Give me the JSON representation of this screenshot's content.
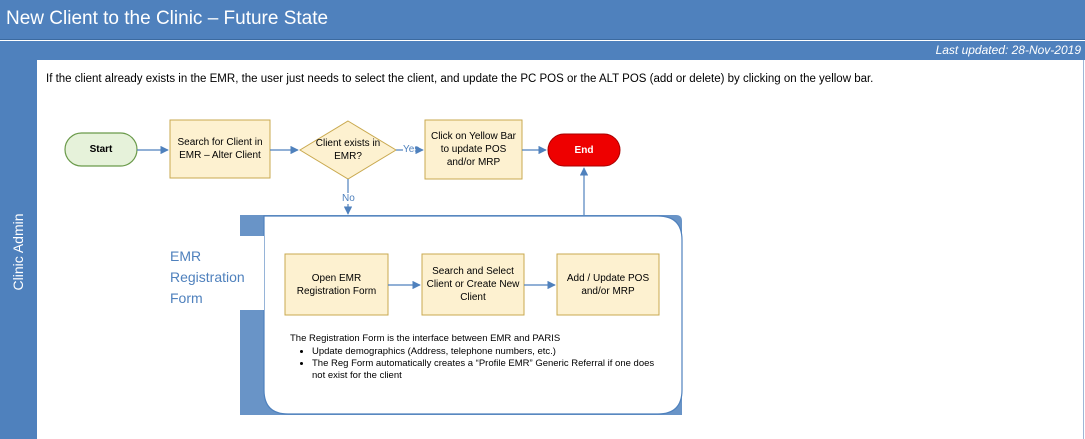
{
  "header": {
    "title": "New Client to the Clinic – Future State",
    "last_updated": "Last updated: 28-Nov-2019"
  },
  "lane": {
    "label": "Clinic Admin"
  },
  "intro_text": "If the client already exists in the EMR, the user just needs to select the client, and update the PC POS or the ALT POS (add or delete) by clicking on the yellow bar.",
  "flow": {
    "start": "Start",
    "search_client": "Search for Client in EMR – Alter Client",
    "decision": "Client exists in EMR?",
    "yes_label": "Yes",
    "no_label": "No",
    "click_yellow_bar": "Click on Yellow Bar to update POS and/or MRP",
    "end": "End"
  },
  "registration": {
    "title": "EMR Registration Form",
    "open_form": "Open EMR Registration Form",
    "search_select": "Search and Select Client or Create New Client",
    "add_update": "Add / Update POS and/or MRP",
    "note_intro": "The Registration Form is the interface between EMR and PARIS",
    "bullets": [
      "Update demographics (Address, telephone numbers, etc.)",
      "The Reg Form automatically creates a “Profile EMR” Generic Referral if one does not exist for the client"
    ]
  },
  "colors": {
    "header_blue": "#4f81bd",
    "process_fill": "#fdf1d0",
    "process_stroke": "#c9a94f",
    "start_fill": "#e6f2da",
    "start_stroke": "#6a9a4a",
    "end_fill": "#ee0000",
    "connector": "#4f81bd"
  }
}
